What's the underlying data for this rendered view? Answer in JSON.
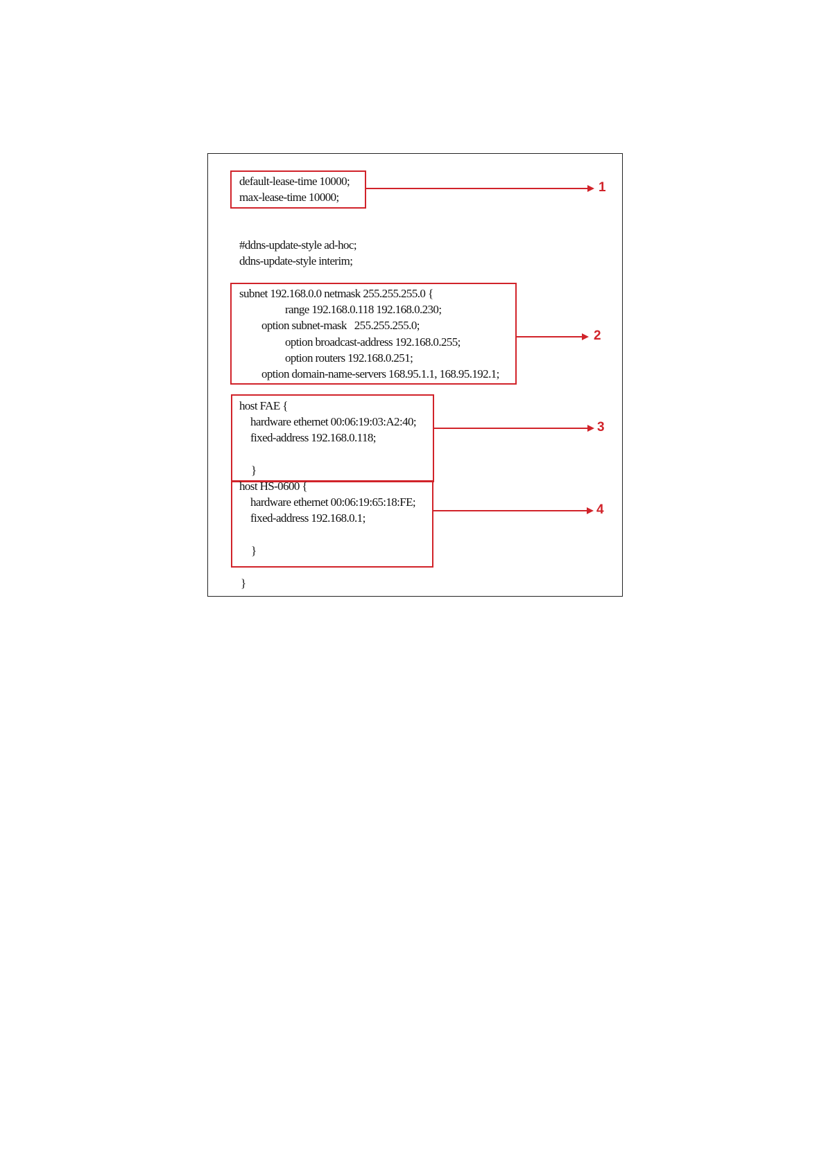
{
  "figure": {
    "code_lines": [
      "default-lease-time 10000;",
      "max-lease-time 10000;",
      "#ddns-update-style ad-hoc;",
      "ddns-update-style interim;",
      "subnet 192.168.0.0 netmask 255.255.255.0 {",
      "range 192.168.0.118 192.168.0.230;",
      "option subnet-mask   255.255.255.0;",
      "option broadcast-address 192.168.0.255;",
      "option routers 192.168.0.251;",
      "option domain-name-servers 168.95.1.1, 168.95.192.1;",
      "host FAE {",
      "hardware ethernet 00:06:19:03:A2:40;",
      "fixed-address 192.168.0.118;",
      "}",
      "host HS-0600 {",
      "hardware ethernet 00:06:19:65:18:FE;",
      "fixed-address 192.168.0.1;",
      "}",
      "}"
    ],
    "callouts": [
      "1",
      "2",
      "3",
      "4"
    ],
    "highlight_color": "#d1232a"
  }
}
